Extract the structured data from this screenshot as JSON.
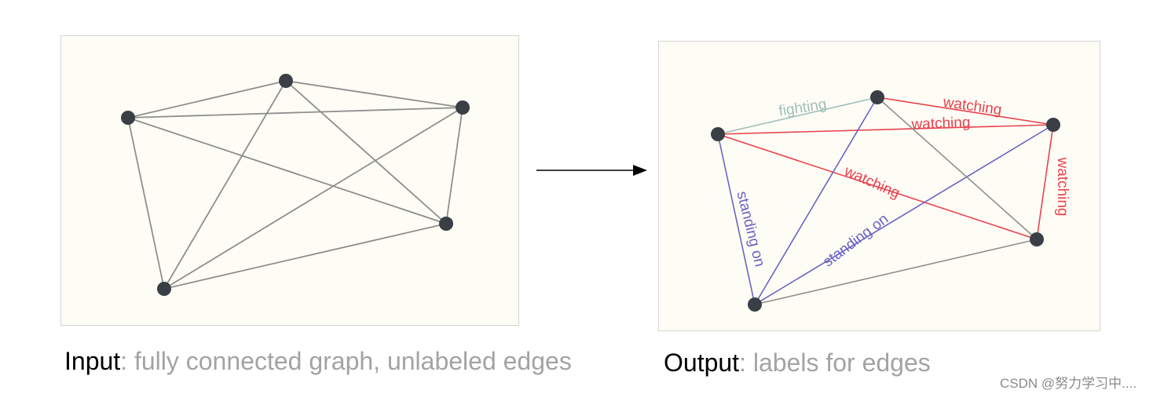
{
  "colors": {
    "node": "#3a3f45",
    "edge_unlabeled": "#8e8e8e",
    "fighting": "#9fbfb8",
    "watching": "#e8424f",
    "standing_on": "#6b63c4",
    "arrow": "#000000"
  },
  "input_panel": {
    "caption_key": "Input",
    "caption_rest": ": fully connected graph, unlabeled edges"
  },
  "output_panel": {
    "caption_key": "Output",
    "caption_rest": ": labels for edges",
    "edge_labels": [
      {
        "text": "fighting",
        "color": "fighting"
      },
      {
        "text": "watching",
        "color": "watching"
      },
      {
        "text": "watching",
        "color": "watching"
      },
      {
        "text": "watching",
        "color": "watching"
      },
      {
        "text": "watching",
        "color": "watching"
      },
      {
        "text": "standing on",
        "color": "standing_on"
      },
      {
        "text": "standing on",
        "color": "standing_on"
      }
    ]
  },
  "watermark": "CSDN @努力学习中...."
}
